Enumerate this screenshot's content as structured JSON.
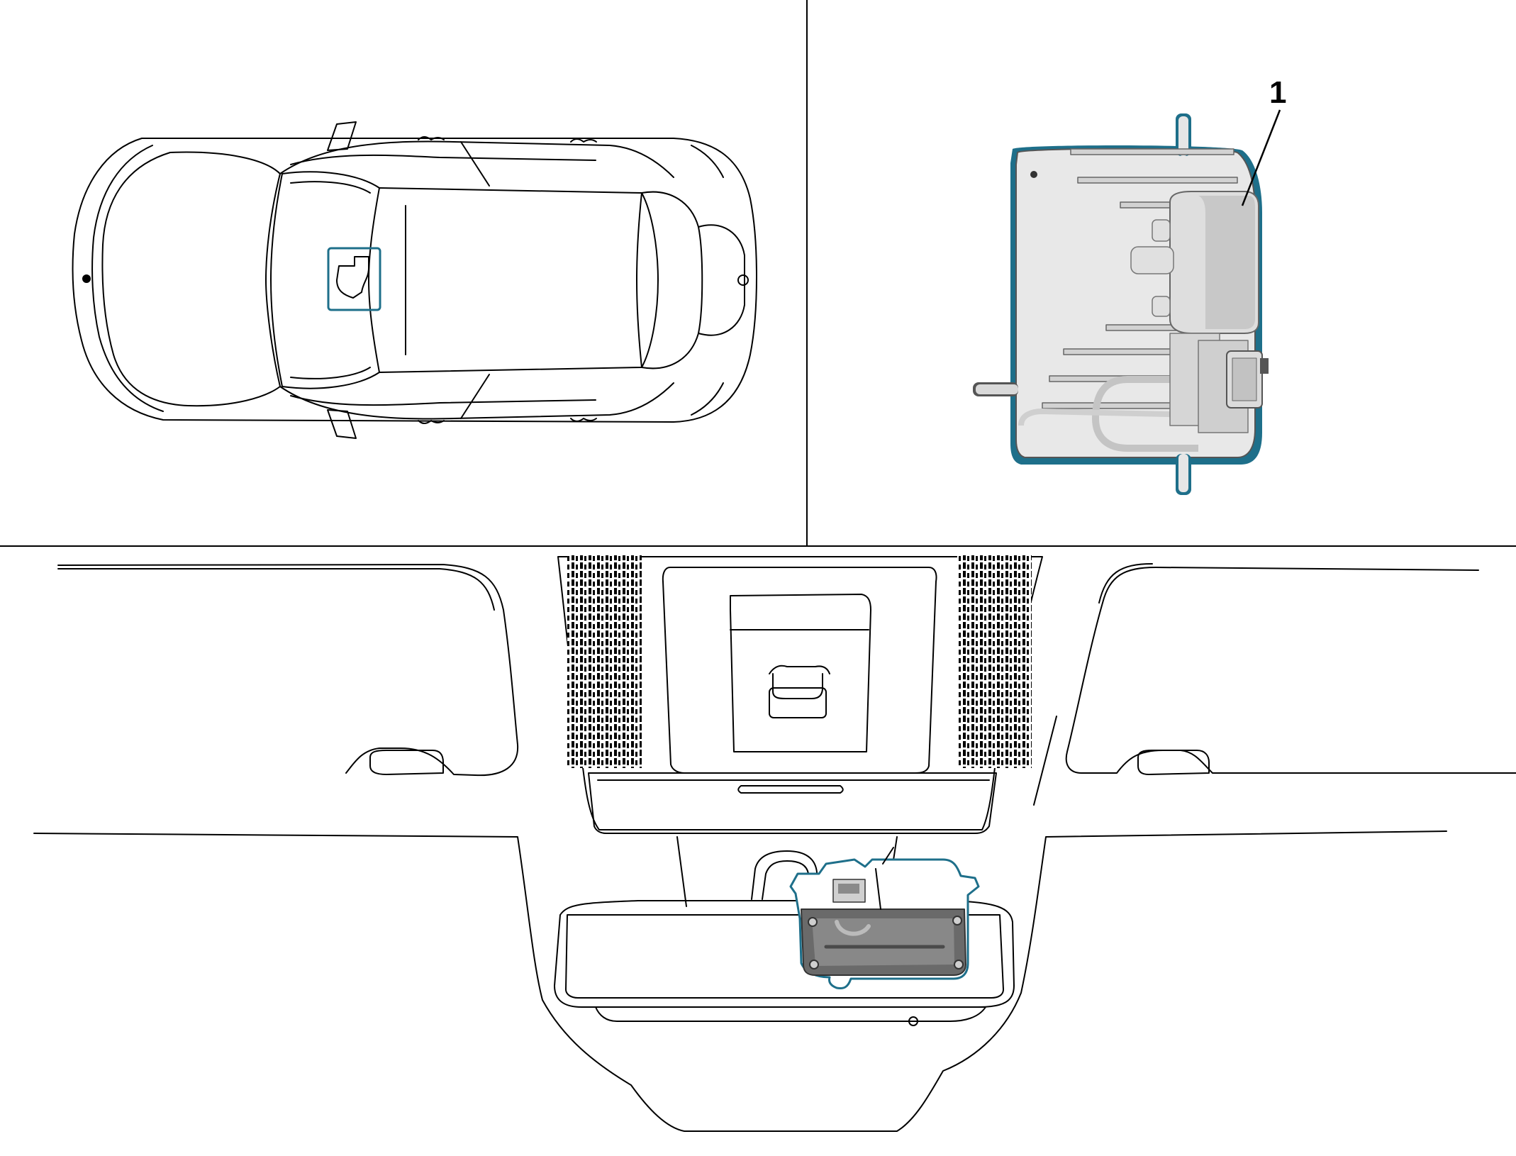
{
  "callouts": [
    {
      "id": "1",
      "text": "1"
    }
  ],
  "colors": {
    "line": "#000000",
    "highlight": "#1e6f8a",
    "part_fill": "#e8e8e8",
    "part_shade": "#c9c9c9",
    "part_dark": "#5a5a5a",
    "background": "#ffffff"
  },
  "panels": [
    {
      "id": "vehicle-top-view"
    },
    {
      "id": "component-detail"
    },
    {
      "id": "installation-view"
    }
  ]
}
